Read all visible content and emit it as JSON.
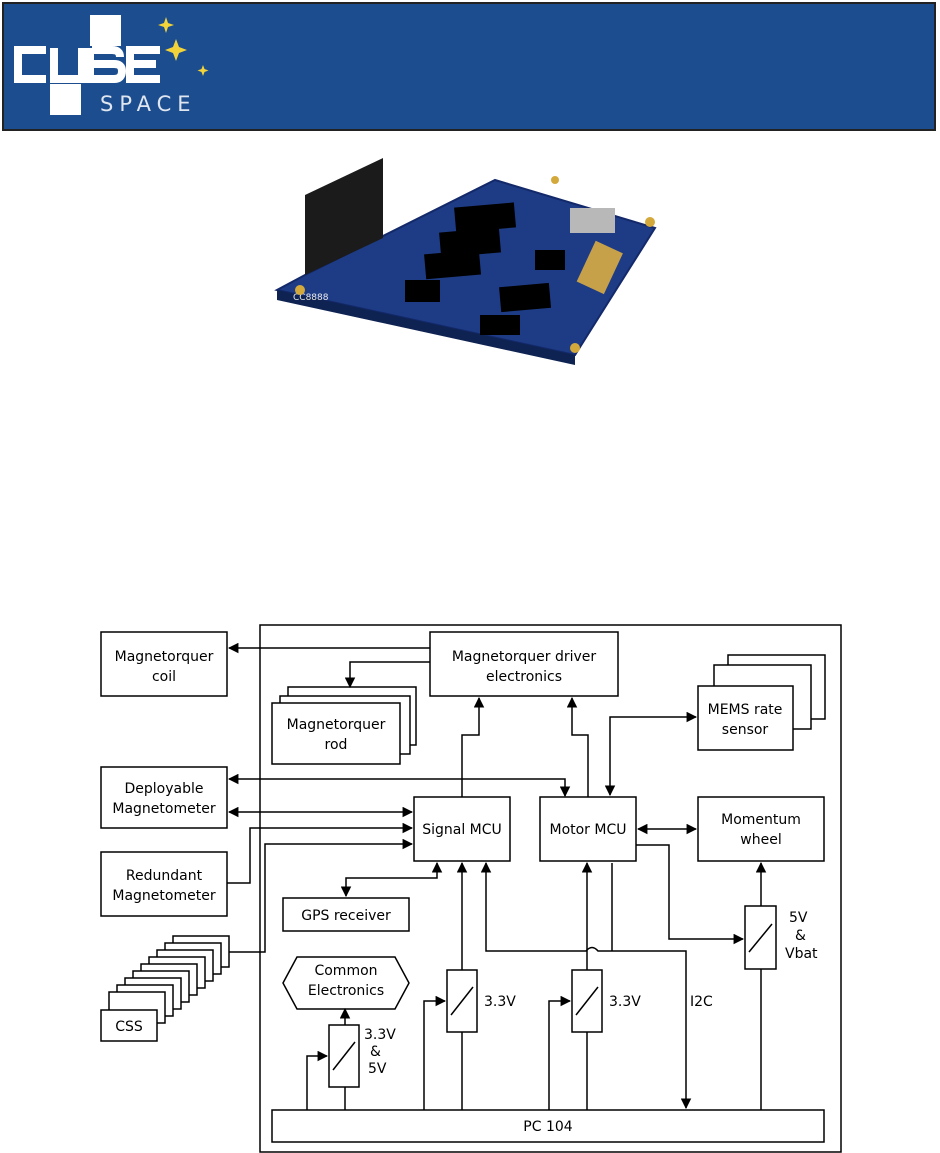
{
  "logo": {
    "word": "CUBE",
    "sub": "SPACE"
  },
  "board": {
    "silkscreen": "CC8888"
  },
  "diagram": {
    "blocks": {
      "magnetorquer_coil": [
        "Magnetorquer",
        "coil"
      ],
      "driver": [
        "Magnetorquer driver",
        "electronics"
      ],
      "rod": [
        "Magnetorquer",
        "rod"
      ],
      "mems": [
        "MEMS rate",
        "sensor"
      ],
      "deployable": [
        "Deployable",
        "Magnetometer"
      ],
      "redundant": [
        "Redundant",
        "Magnetometer"
      ],
      "signal_mcu": "Signal MCU",
      "motor_mcu": "Motor MCU",
      "momentum": [
        "Momentum",
        "wheel"
      ],
      "gps": "GPS receiver",
      "common": [
        "Common",
        "Electronics"
      ],
      "css": "CSS",
      "pc104": "PC 104"
    },
    "labels": {
      "sw_common": [
        "3.3V",
        "&",
        "5V"
      ],
      "sw_signal": "3.3V",
      "sw_motor": "3.3V",
      "sw_wheel": [
        "5V",
        "&",
        "Vbat"
      ],
      "i2c": "I2C"
    }
  },
  "colors": {
    "banner": "#1c4d8e",
    "logo": "#ffffff",
    "star": "#f2d33a",
    "pcb": "#1e3c86"
  }
}
